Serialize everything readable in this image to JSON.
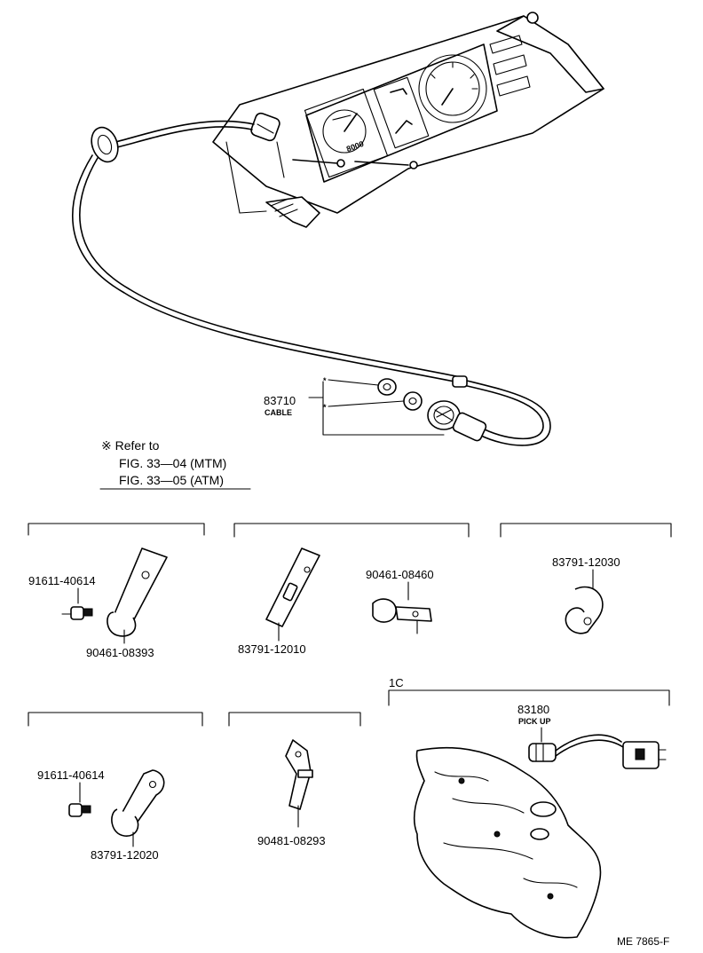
{
  "labels": {
    "cable_part": "83710",
    "cable_name": "CABLE",
    "bolt_a": "91611-40614",
    "clamp_a": "90461-08393",
    "bracket_a": "83791-12010",
    "clamp_b": "90461-08460",
    "clamp_c": "83791-12030",
    "bolt_b": "91611-40614",
    "clamp_d": "83791-12020",
    "bracket_b": "90481-08293",
    "pickup_part": "83180",
    "pickup_name": "PICK UP",
    "engine_code": "1C",
    "figure_code": "ME 7865-F"
  },
  "note": {
    "line1": "※ Refer to",
    "line2": "FIG. 33—04 (MTM)",
    "line3": "FIG. 33—05 (ATM)"
  },
  "markers": {
    "asterisk": "*"
  },
  "gauge_text": "8000"
}
